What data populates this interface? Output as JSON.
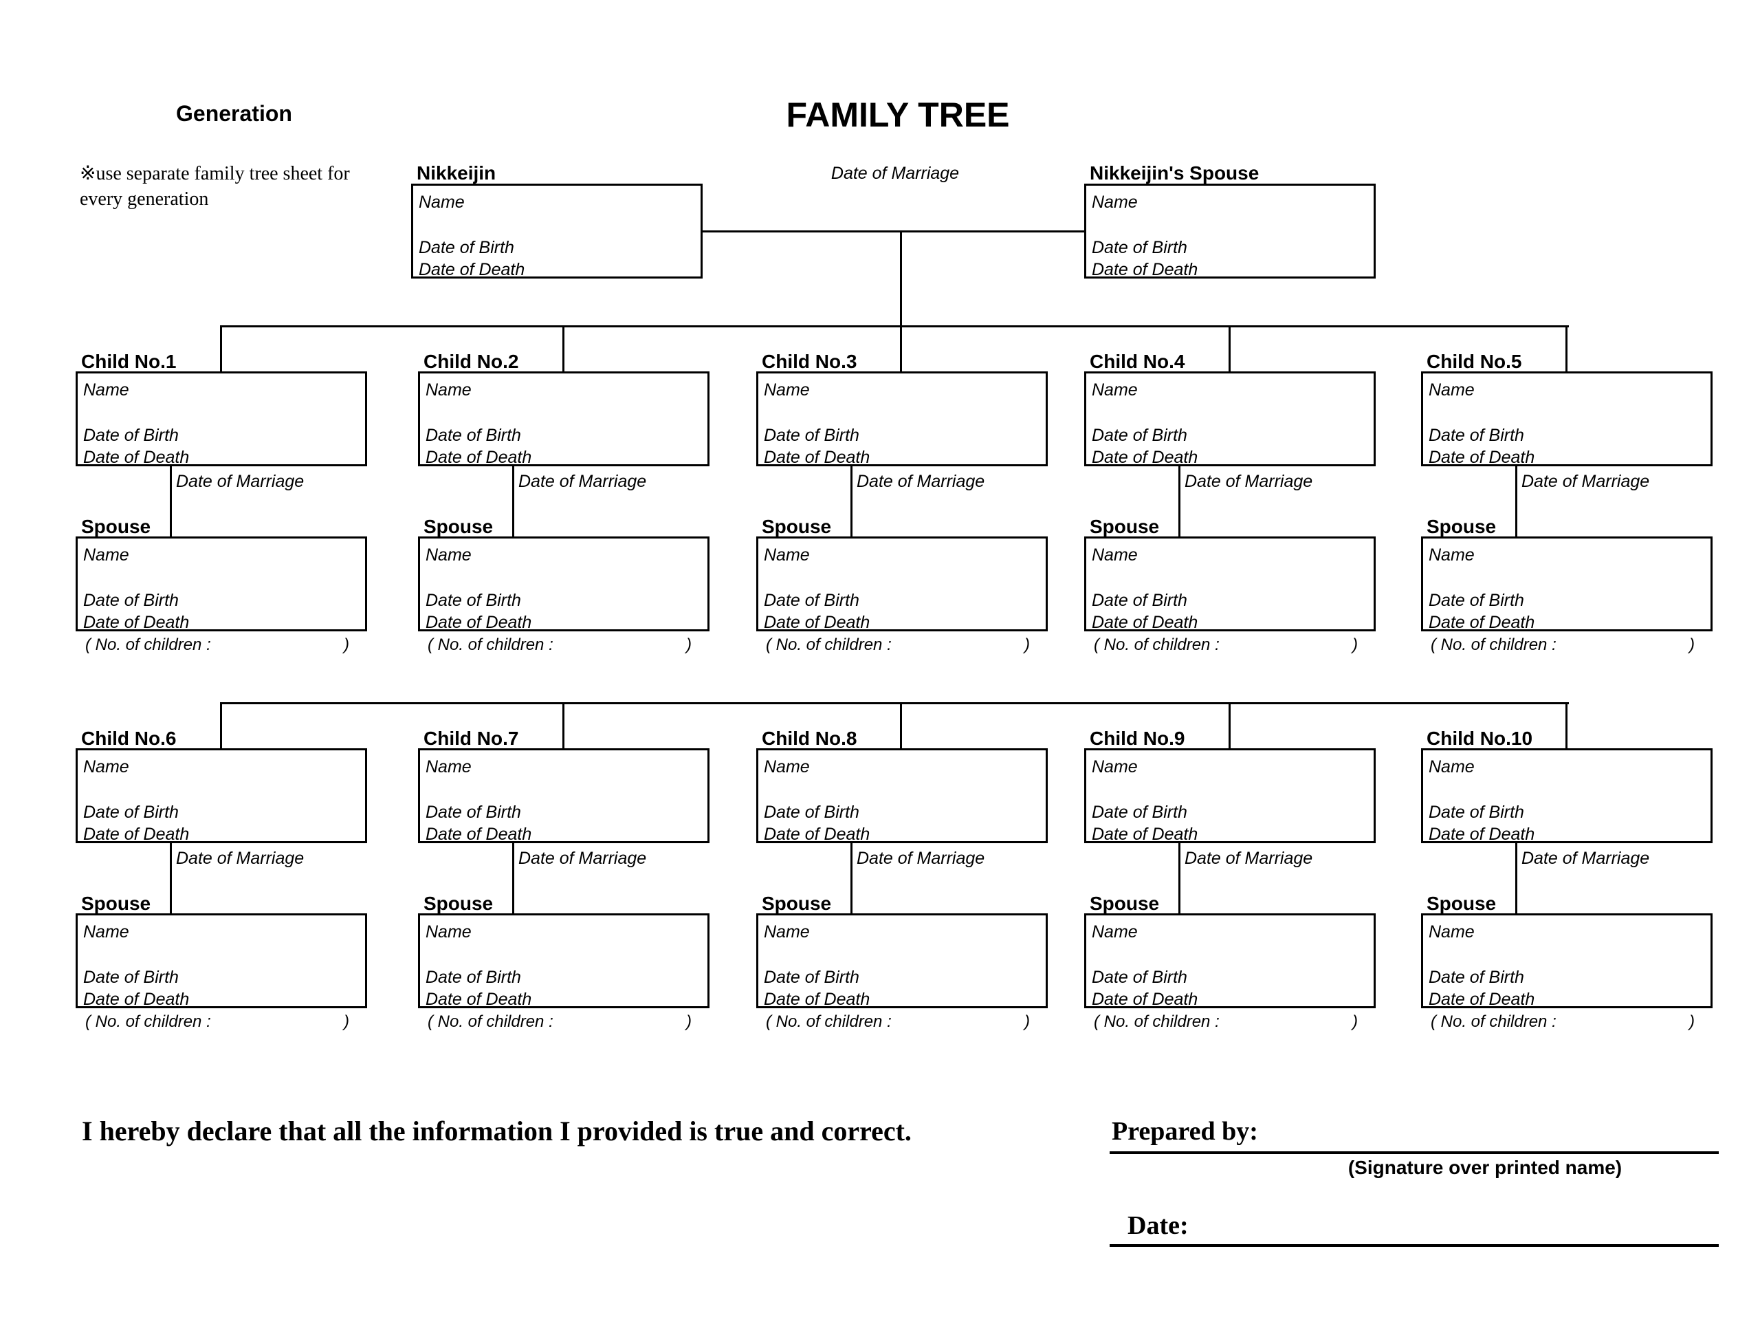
{
  "page": {
    "generation_label": "Generation",
    "title": "FAMILY TREE",
    "note_line1": "※use separate family tree sheet for",
    "note_line2": "every generation",
    "declaration": "I hereby declare that all the information I provided is true and correct.",
    "prepared_by_label": "Prepared by:",
    "signature_caption": "(Signature over printed name)",
    "date_label": "Date:"
  },
  "parents": {
    "nikkeijin_label": "Nikkeijin",
    "spouse_label": "Nikkeijin's Spouse",
    "date_of_marriage_label": "Date of Marriage"
  },
  "field_labels": {
    "name": "Name",
    "date_of_birth": "Date of Birth",
    "date_of_death": "Date of Death",
    "date_of_marriage": "Date of Marriage",
    "spouse": "Spouse",
    "no_of_children_open": "( No. of children :",
    "no_of_children_close": ")"
  },
  "children": [
    {
      "label": "Child No.1"
    },
    {
      "label": "Child No.2"
    },
    {
      "label": "Child No.3"
    },
    {
      "label": "Child No.4"
    },
    {
      "label": "Child No.5"
    },
    {
      "label": "Child No.6"
    },
    {
      "label": "Child No.7"
    },
    {
      "label": "Child No.8"
    },
    {
      "label": "Child No.9"
    },
    {
      "label": "Child No.10"
    }
  ],
  "colors": {
    "ink": "#000000",
    "background": "#ffffff"
  }
}
